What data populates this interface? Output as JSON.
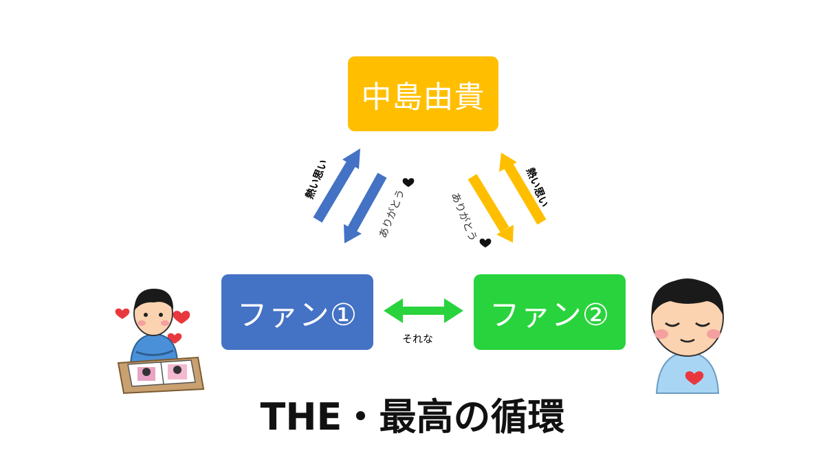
{
  "nodes": {
    "top": {
      "label": "中島由貴",
      "color": "#FFBF00"
    },
    "fan1": {
      "label": "ファン①",
      "color": "#4472C4"
    },
    "fan2": {
      "label": "ファン②",
      "color": "#29D33D"
    }
  },
  "arrows": {
    "fan1_to_top": {
      "label": "熱い思い",
      "color": "#4472C4"
    },
    "top_to_fan1": {
      "label": "ありがとう",
      "color": "#4472C4"
    },
    "top_to_fan2": {
      "label": "ありがとう",
      "color": "#FFBF00"
    },
    "fan2_to_top": {
      "label": "熱い思い",
      "color": "#FFBF00"
    },
    "fan1_fan2": {
      "label": "それな",
      "color": "#29D33D"
    }
  },
  "caption": "THE・最高の循環",
  "icons": {
    "heart": "heart-icon",
    "left_person": "fan-with-photo-album-illustration",
    "right_person": "smiling-fan-illustration"
  }
}
